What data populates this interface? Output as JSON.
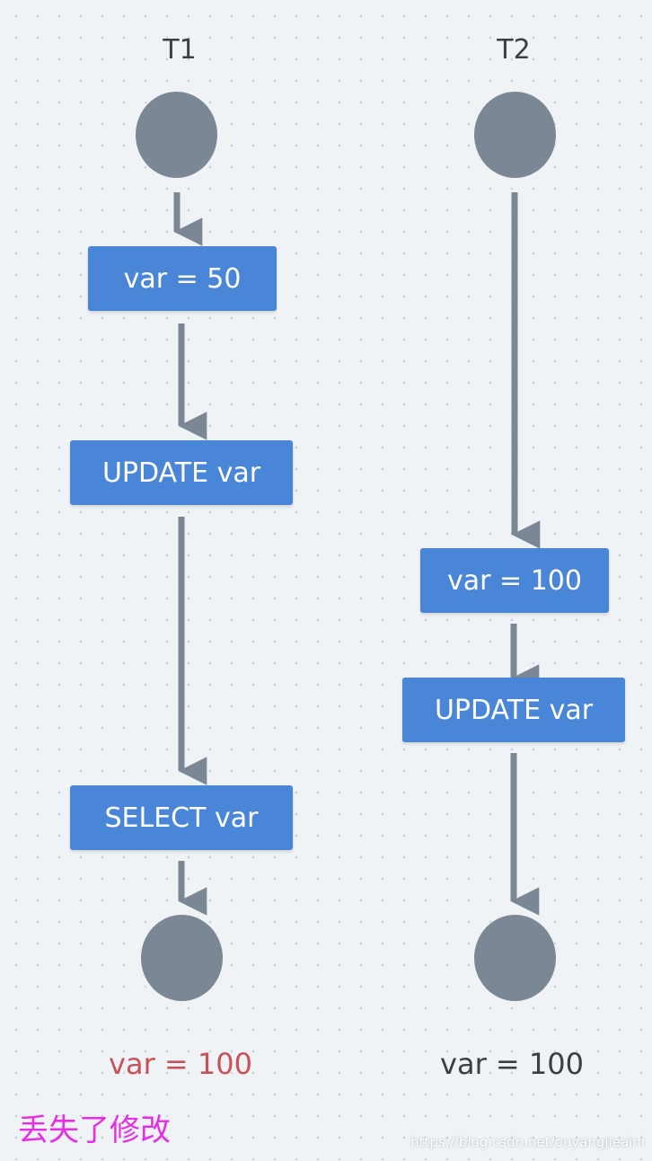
{
  "colors": {
    "node": "#7b8794",
    "box": "#4a86d8",
    "arrow": "#7b8794",
    "text": "#3a3f45",
    "lost_value": "#c9515a",
    "caption": "#e62ee6"
  },
  "lanes": [
    {
      "title": "T1",
      "steps": [
        "var = 50",
        "UPDATE var",
        "SELECT var"
      ],
      "result": "var = 100"
    },
    {
      "title": "T2",
      "steps": [
        "var = 100",
        "UPDATE var"
      ],
      "result": "var = 100"
    }
  ],
  "caption": "丢失了修改",
  "watermark": "https://blog.csdn.net/ouyangjieaini"
}
